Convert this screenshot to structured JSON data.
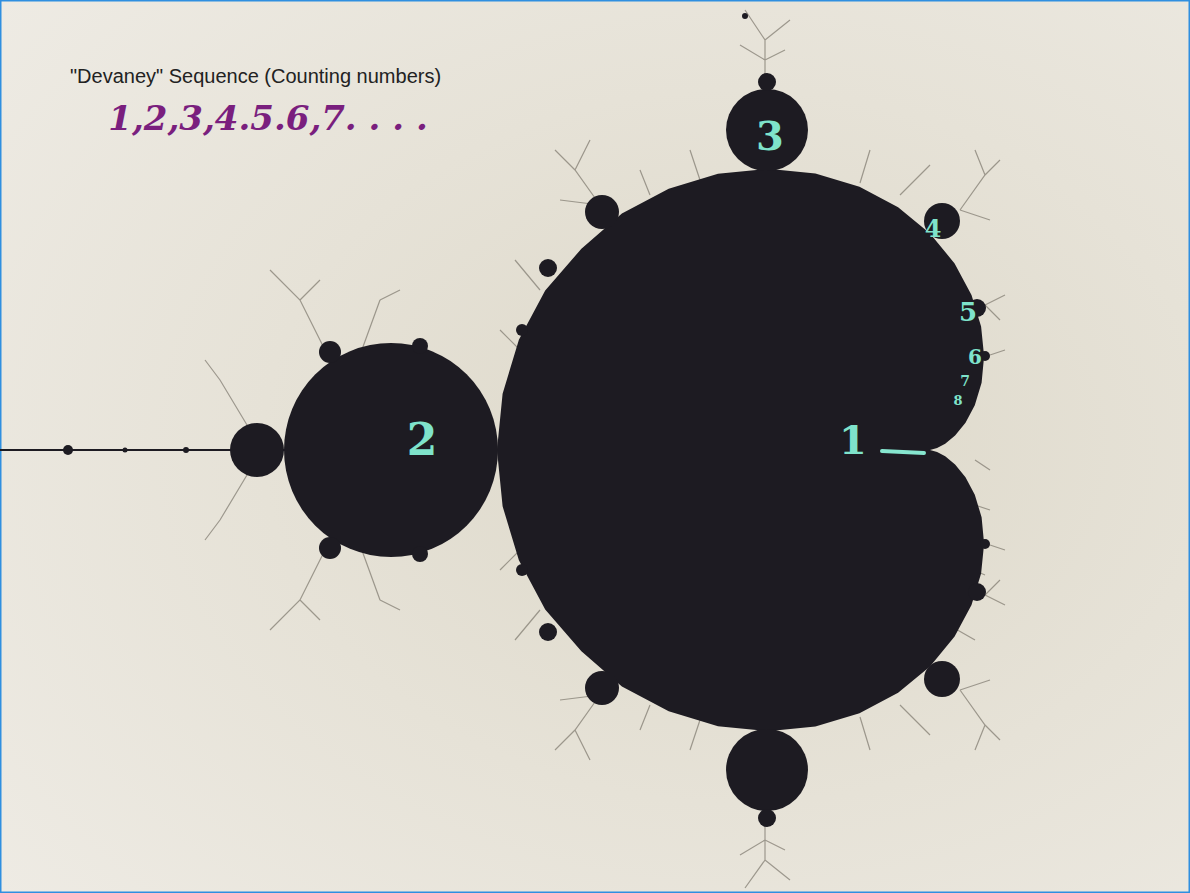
{
  "diagram": {
    "title": "\"Devaney\" Sequence (Counting numbers)",
    "labels": [
      "1,2,3,4.5.6,7. . . .",
      "3",
      "4",
      "5",
      "6",
      "7",
      "8",
      "2",
      "1"
    ]
  }
}
